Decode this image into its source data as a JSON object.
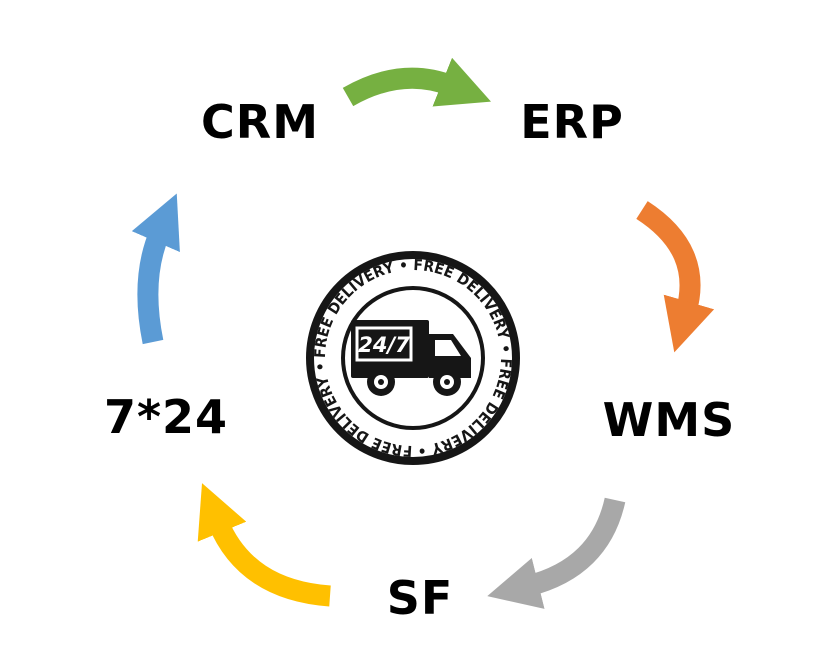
{
  "canvas": {
    "background": "#ffffff"
  },
  "diagram": {
    "nodes": [
      {
        "id": "crm",
        "label": "CRM"
      },
      {
        "id": "erp",
        "label": "ERP"
      },
      {
        "id": "wms",
        "label": "WMS"
      },
      {
        "id": "sf",
        "label": "SF"
      },
      {
        "id": "seven24",
        "label": "7*24"
      }
    ],
    "arrows": [
      {
        "name": "crm-to-erp",
        "from": "CRM",
        "to": "ERP",
        "color": "#76B041"
      },
      {
        "name": "erp-to-wms",
        "from": "ERP",
        "to": "WMS",
        "color": "#ED7D31"
      },
      {
        "name": "wms-to-sf",
        "from": "WMS",
        "to": "SF",
        "color": "#A8A8A8"
      },
      {
        "name": "sf-to-724",
        "from": "SF",
        "to": "7*24",
        "color": "#FFC000"
      },
      {
        "name": "724-to-crm",
        "from": "7*24",
        "to": "CRM",
        "color": "#5B9BD5"
      }
    ],
    "badge": {
      "ring_text": "FREE DELIVERY • FREE DELIVERY • FREE DELIVERY • FREE DELIVERY •",
      "truck_label": "24/7",
      "ink_color": "#161616"
    }
  }
}
